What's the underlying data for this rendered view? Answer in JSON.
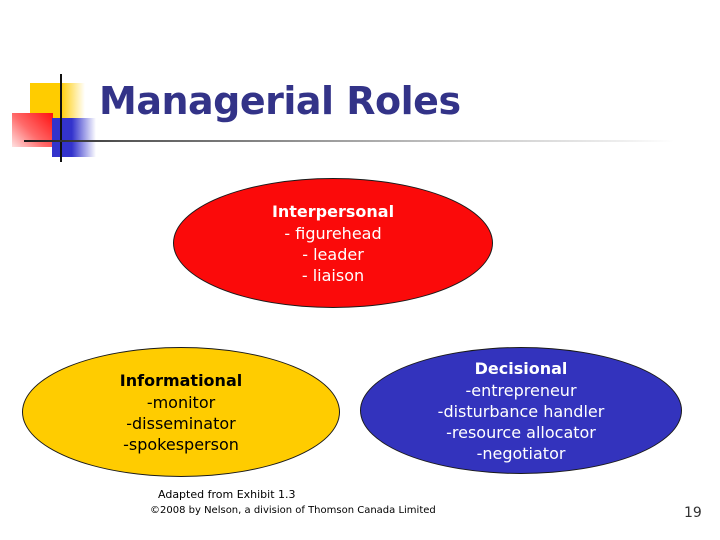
{
  "title": "Managerial Roles",
  "colors": {
    "title_text": "#333388",
    "interpersonal_fill": "#fb0a0a",
    "informational_fill": "#ffcc00",
    "decisional_fill": "#3333bd",
    "ellipse_outline": "#1a1a1a"
  },
  "ellipses": {
    "interpersonal": {
      "label": "Interpersonal",
      "items": [
        "- figurehead",
        "- leader",
        "- liaison"
      ]
    },
    "informational": {
      "label": "Informational",
      "items": [
        "-monitor",
        "-disseminator",
        "-spokesperson"
      ]
    },
    "decisional": {
      "label": "Decisional",
      "items": [
        "-entrepreneur",
        "-disturbance handler",
        "-resource allocator",
        "-negotiator"
      ]
    }
  },
  "footer": {
    "source_note": "Adapted from Exhibit 1.3",
    "copyright": "©2008 by Nelson, a division of Thomson Canada Limited",
    "page_number": "19"
  }
}
